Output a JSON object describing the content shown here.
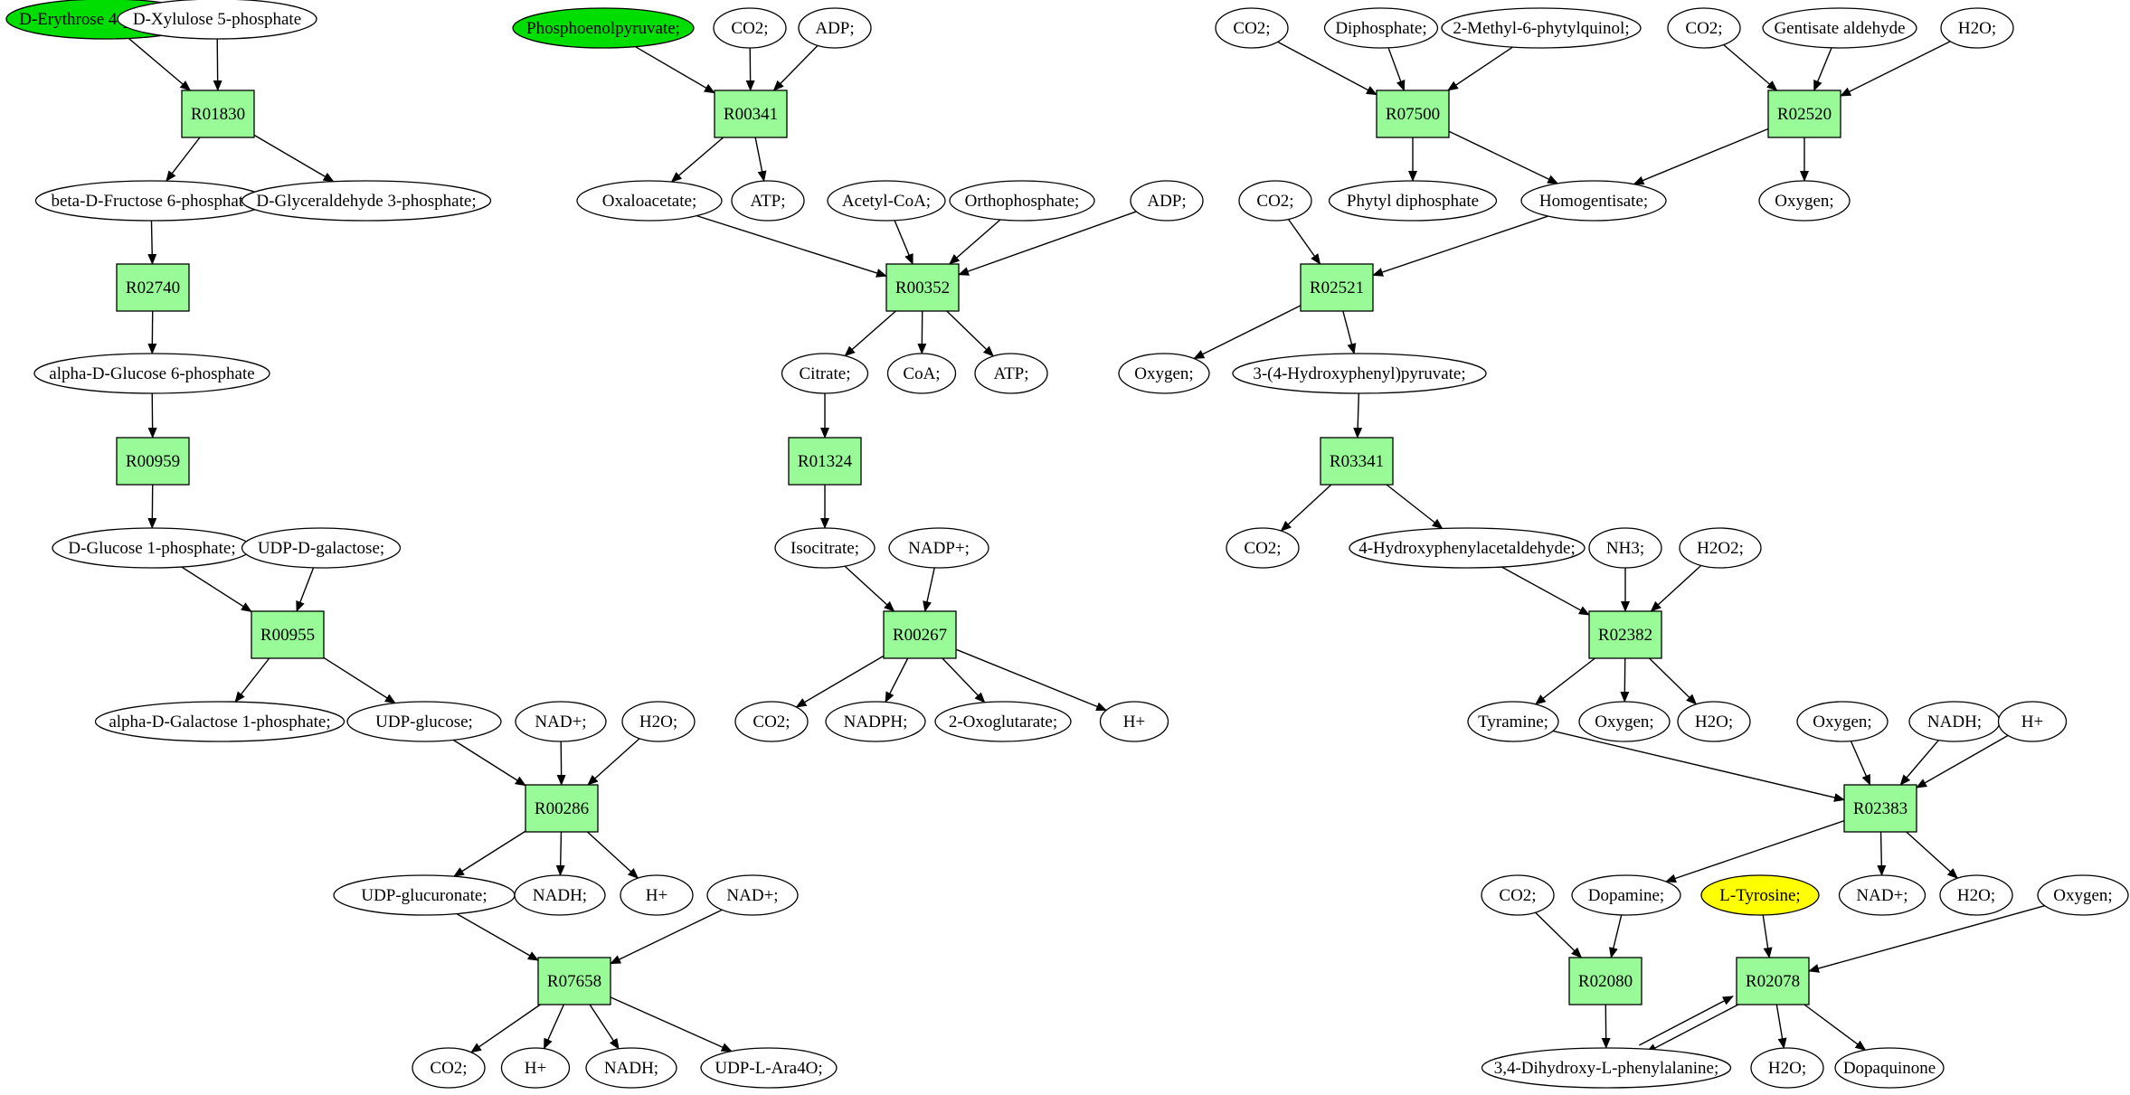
{
  "colors": {
    "reaction_fill": "#98fb98",
    "start_fill": "#00dd00",
    "target_fill": "#ffff00",
    "compound_fill": "#ffffff",
    "stroke": "#000000"
  },
  "nodes": [
    {
      "id": "c1",
      "kind": "compound",
      "label": "D-Erythrose 4-phosphate",
      "style": "start"
    },
    {
      "id": "c2",
      "kind": "compound",
      "label": "D-Xylulose 5-phosphate"
    },
    {
      "id": "r1",
      "kind": "reaction",
      "label": "R01830"
    },
    {
      "id": "c3",
      "kind": "compound",
      "label": "beta-D-Fructose 6-phosphate"
    },
    {
      "id": "c4",
      "kind": "compound",
      "label": "D-Glyceraldehyde 3-phosphate;"
    },
    {
      "id": "r2",
      "kind": "reaction",
      "label": "R02740"
    },
    {
      "id": "c5",
      "kind": "compound",
      "label": "alpha-D-Glucose 6-phosphate"
    },
    {
      "id": "r3",
      "kind": "reaction",
      "label": "R00959"
    },
    {
      "id": "c6",
      "kind": "compound",
      "label": "D-Glucose 1-phosphate;"
    },
    {
      "id": "c7",
      "kind": "compound",
      "label": "UDP-D-galactose;"
    },
    {
      "id": "r4",
      "kind": "reaction",
      "label": "R00955"
    },
    {
      "id": "c8",
      "kind": "compound",
      "label": "alpha-D-Galactose 1-phosphate;"
    },
    {
      "id": "c9",
      "kind": "compound",
      "label": "UDP-glucose;"
    },
    {
      "id": "c10",
      "kind": "compound",
      "label": "NAD+;"
    },
    {
      "id": "c11",
      "kind": "compound",
      "label": "H2O;"
    },
    {
      "id": "r5",
      "kind": "reaction",
      "label": "R00286"
    },
    {
      "id": "c12",
      "kind": "compound",
      "label": "UDP-glucuronate;"
    },
    {
      "id": "c13",
      "kind": "compound",
      "label": "NADH;"
    },
    {
      "id": "c14",
      "kind": "compound",
      "label": "H+"
    },
    {
      "id": "c15",
      "kind": "compound",
      "label": "NAD+;"
    },
    {
      "id": "r6",
      "kind": "reaction",
      "label": "R07658"
    },
    {
      "id": "c16",
      "kind": "compound",
      "label": "CO2;"
    },
    {
      "id": "c17",
      "kind": "compound",
      "label": "H+"
    },
    {
      "id": "c18",
      "kind": "compound",
      "label": "NADH;"
    },
    {
      "id": "c19",
      "kind": "compound",
      "label": "UDP-L-Ara4O;"
    },
    {
      "id": "c20",
      "kind": "compound",
      "label": "Phosphoenolpyruvate;",
      "style": "start"
    },
    {
      "id": "c21",
      "kind": "compound",
      "label": "CO2;"
    },
    {
      "id": "c22",
      "kind": "compound",
      "label": "ADP;"
    },
    {
      "id": "r7",
      "kind": "reaction",
      "label": "R00341"
    },
    {
      "id": "c23",
      "kind": "compound",
      "label": "Oxaloacetate;"
    },
    {
      "id": "c24",
      "kind": "compound",
      "label": "ATP;"
    },
    {
      "id": "c25",
      "kind": "compound",
      "label": "Acetyl-CoA;"
    },
    {
      "id": "c26",
      "kind": "compound",
      "label": "Orthophosphate;"
    },
    {
      "id": "c27",
      "kind": "compound",
      "label": "ADP;"
    },
    {
      "id": "r8",
      "kind": "reaction",
      "label": "R00352"
    },
    {
      "id": "c28",
      "kind": "compound",
      "label": "Citrate;"
    },
    {
      "id": "c29",
      "kind": "compound",
      "label": "CoA;"
    },
    {
      "id": "c30",
      "kind": "compound",
      "label": "ATP;"
    },
    {
      "id": "r9",
      "kind": "reaction",
      "label": "R01324"
    },
    {
      "id": "c31",
      "kind": "compound",
      "label": "Isocitrate;"
    },
    {
      "id": "c32",
      "kind": "compound",
      "label": "NADP+;"
    },
    {
      "id": "r10",
      "kind": "reaction",
      "label": "R00267"
    },
    {
      "id": "c33",
      "kind": "compound",
      "label": "CO2;"
    },
    {
      "id": "c34",
      "kind": "compound",
      "label": "NADPH;"
    },
    {
      "id": "c35",
      "kind": "compound",
      "label": "2-Oxoglutarate;"
    },
    {
      "id": "c36",
      "kind": "compound",
      "label": "H+"
    },
    {
      "id": "c37",
      "kind": "compound",
      "label": "CO2;"
    },
    {
      "id": "c38",
      "kind": "compound",
      "label": "Diphosphate;"
    },
    {
      "id": "c39",
      "kind": "compound",
      "label": "2-Methyl-6-phytylquinol;"
    },
    {
      "id": "r11",
      "kind": "reaction",
      "label": "R07500"
    },
    {
      "id": "c40",
      "kind": "compound",
      "label": "Phytyl diphosphate"
    },
    {
      "id": "c41",
      "kind": "compound",
      "label": "Homogentisate;"
    },
    {
      "id": "c42",
      "kind": "compound",
      "label": "CO2;"
    },
    {
      "id": "c43",
      "kind": "compound",
      "label": "Gentisate aldehyde"
    },
    {
      "id": "c44",
      "kind": "compound",
      "label": "H2O;"
    },
    {
      "id": "r12",
      "kind": "reaction",
      "label": "R02520"
    },
    {
      "id": "c45",
      "kind": "compound",
      "label": "Oxygen;"
    },
    {
      "id": "c46",
      "kind": "compound",
      "label": "CO2;"
    },
    {
      "id": "r13",
      "kind": "reaction",
      "label": "R02521"
    },
    {
      "id": "c47",
      "kind": "compound",
      "label": "Oxygen;"
    },
    {
      "id": "c48",
      "kind": "compound",
      "label": "3-(4-Hydroxyphenyl)pyruvate;"
    },
    {
      "id": "r14",
      "kind": "reaction",
      "label": "R03341"
    },
    {
      "id": "c49",
      "kind": "compound",
      "label": "CO2;"
    },
    {
      "id": "c50",
      "kind": "compound",
      "label": "4-Hydroxyphenylacetaldehyde;"
    },
    {
      "id": "c51",
      "kind": "compound",
      "label": "NH3;"
    },
    {
      "id": "c52",
      "kind": "compound",
      "label": "H2O2;"
    },
    {
      "id": "r15",
      "kind": "reaction",
      "label": "R02382"
    },
    {
      "id": "c53",
      "kind": "compound",
      "label": "Tyramine;"
    },
    {
      "id": "c54",
      "kind": "compound",
      "label": "Oxygen;"
    },
    {
      "id": "c55",
      "kind": "compound",
      "label": "H2O;"
    },
    {
      "id": "c56",
      "kind": "compound",
      "label": "Oxygen;"
    },
    {
      "id": "c57",
      "kind": "compound",
      "label": "NADH;"
    },
    {
      "id": "c58",
      "kind": "compound",
      "label": "H+"
    },
    {
      "id": "r16",
      "kind": "reaction",
      "label": "R02383"
    },
    {
      "id": "c59",
      "kind": "compound",
      "label": "CO2;"
    },
    {
      "id": "c60",
      "kind": "compound",
      "label": "Dopamine;"
    },
    {
      "id": "c61",
      "kind": "compound",
      "label": "L-Tyrosine;",
      "style": "target"
    },
    {
      "id": "c62",
      "kind": "compound",
      "label": "NAD+;"
    },
    {
      "id": "c63",
      "kind": "compound",
      "label": "H2O;"
    },
    {
      "id": "c64",
      "kind": "compound",
      "label": "Oxygen;"
    },
    {
      "id": "r17",
      "kind": "reaction",
      "label": "R02080"
    },
    {
      "id": "r18",
      "kind": "reaction",
      "label": "R02078"
    },
    {
      "id": "c65",
      "kind": "compound",
      "label": "3,4-Dihydroxy-L-phenylalanine;"
    },
    {
      "id": "c66",
      "kind": "compound",
      "label": "H2O;"
    },
    {
      "id": "c67",
      "kind": "compound",
      "label": "Dopaquinone"
    }
  ],
  "edges": [
    [
      "c1",
      "r1"
    ],
    [
      "c2",
      "r1"
    ],
    [
      "r1",
      "c3"
    ],
    [
      "r1",
      "c4"
    ],
    [
      "c3",
      "r2"
    ],
    [
      "r2",
      "c5"
    ],
    [
      "c5",
      "r3"
    ],
    [
      "r3",
      "c6"
    ],
    [
      "c6",
      "r4"
    ],
    [
      "c7",
      "r4"
    ],
    [
      "r4",
      "c8"
    ],
    [
      "r4",
      "c9"
    ],
    [
      "c9",
      "r5"
    ],
    [
      "c10",
      "r5"
    ],
    [
      "c11",
      "r5"
    ],
    [
      "r5",
      "c12"
    ],
    [
      "r5",
      "c13"
    ],
    [
      "r5",
      "c14"
    ],
    [
      "c12",
      "r6"
    ],
    [
      "c15",
      "r6"
    ],
    [
      "r6",
      "c16"
    ],
    [
      "r6",
      "c17"
    ],
    [
      "r6",
      "c18"
    ],
    [
      "r6",
      "c19"
    ],
    [
      "c20",
      "r7"
    ],
    [
      "c21",
      "r7"
    ],
    [
      "c22",
      "r7"
    ],
    [
      "r7",
      "c23"
    ],
    [
      "r7",
      "c24"
    ],
    [
      "c23",
      "r8"
    ],
    [
      "c25",
      "r8"
    ],
    [
      "c26",
      "r8"
    ],
    [
      "c27",
      "r8"
    ],
    [
      "r8",
      "c28"
    ],
    [
      "r8",
      "c29"
    ],
    [
      "r8",
      "c30"
    ],
    [
      "c28",
      "r9"
    ],
    [
      "r9",
      "c31"
    ],
    [
      "c31",
      "r10"
    ],
    [
      "c32",
      "r10"
    ],
    [
      "r10",
      "c33"
    ],
    [
      "r10",
      "c34"
    ],
    [
      "r10",
      "c35"
    ],
    [
      "r10",
      "c36"
    ],
    [
      "c37",
      "r11"
    ],
    [
      "c38",
      "r11"
    ],
    [
      "c39",
      "r11"
    ],
    [
      "r11",
      "c40"
    ],
    [
      "r11",
      "c41"
    ],
    [
      "c42",
      "r12"
    ],
    [
      "c43",
      "r12"
    ],
    [
      "c44",
      "r12"
    ],
    [
      "r12",
      "c41"
    ],
    [
      "r12",
      "c45"
    ],
    [
      "c46",
      "r13"
    ],
    [
      "c41",
      "r13"
    ],
    [
      "r13",
      "c47"
    ],
    [
      "r13",
      "c48"
    ],
    [
      "c48",
      "r14"
    ],
    [
      "r14",
      "c49"
    ],
    [
      "r14",
      "c50"
    ],
    [
      "c50",
      "r15"
    ],
    [
      "c51",
      "r15"
    ],
    [
      "c52",
      "r15"
    ],
    [
      "r15",
      "c53"
    ],
    [
      "r15",
      "c54"
    ],
    [
      "r15",
      "c55"
    ],
    [
      "c53",
      "r16"
    ],
    [
      "c56",
      "r16"
    ],
    [
      "c57",
      "r16"
    ],
    [
      "c58",
      "r16"
    ],
    [
      "r16",
      "c60"
    ],
    [
      "r16",
      "c62"
    ],
    [
      "r16",
      "c63"
    ],
    [
      "c59",
      "r17"
    ],
    [
      "c60",
      "r17"
    ],
    [
      "r17",
      "c65"
    ],
    [
      "c61",
      "r18"
    ],
    [
      "c64",
      "r18"
    ],
    [
      "c65",
      "r18"
    ],
    [
      "r18",
      "c65"
    ],
    [
      "r18",
      "c66"
    ],
    [
      "r18",
      "c67"
    ]
  ]
}
